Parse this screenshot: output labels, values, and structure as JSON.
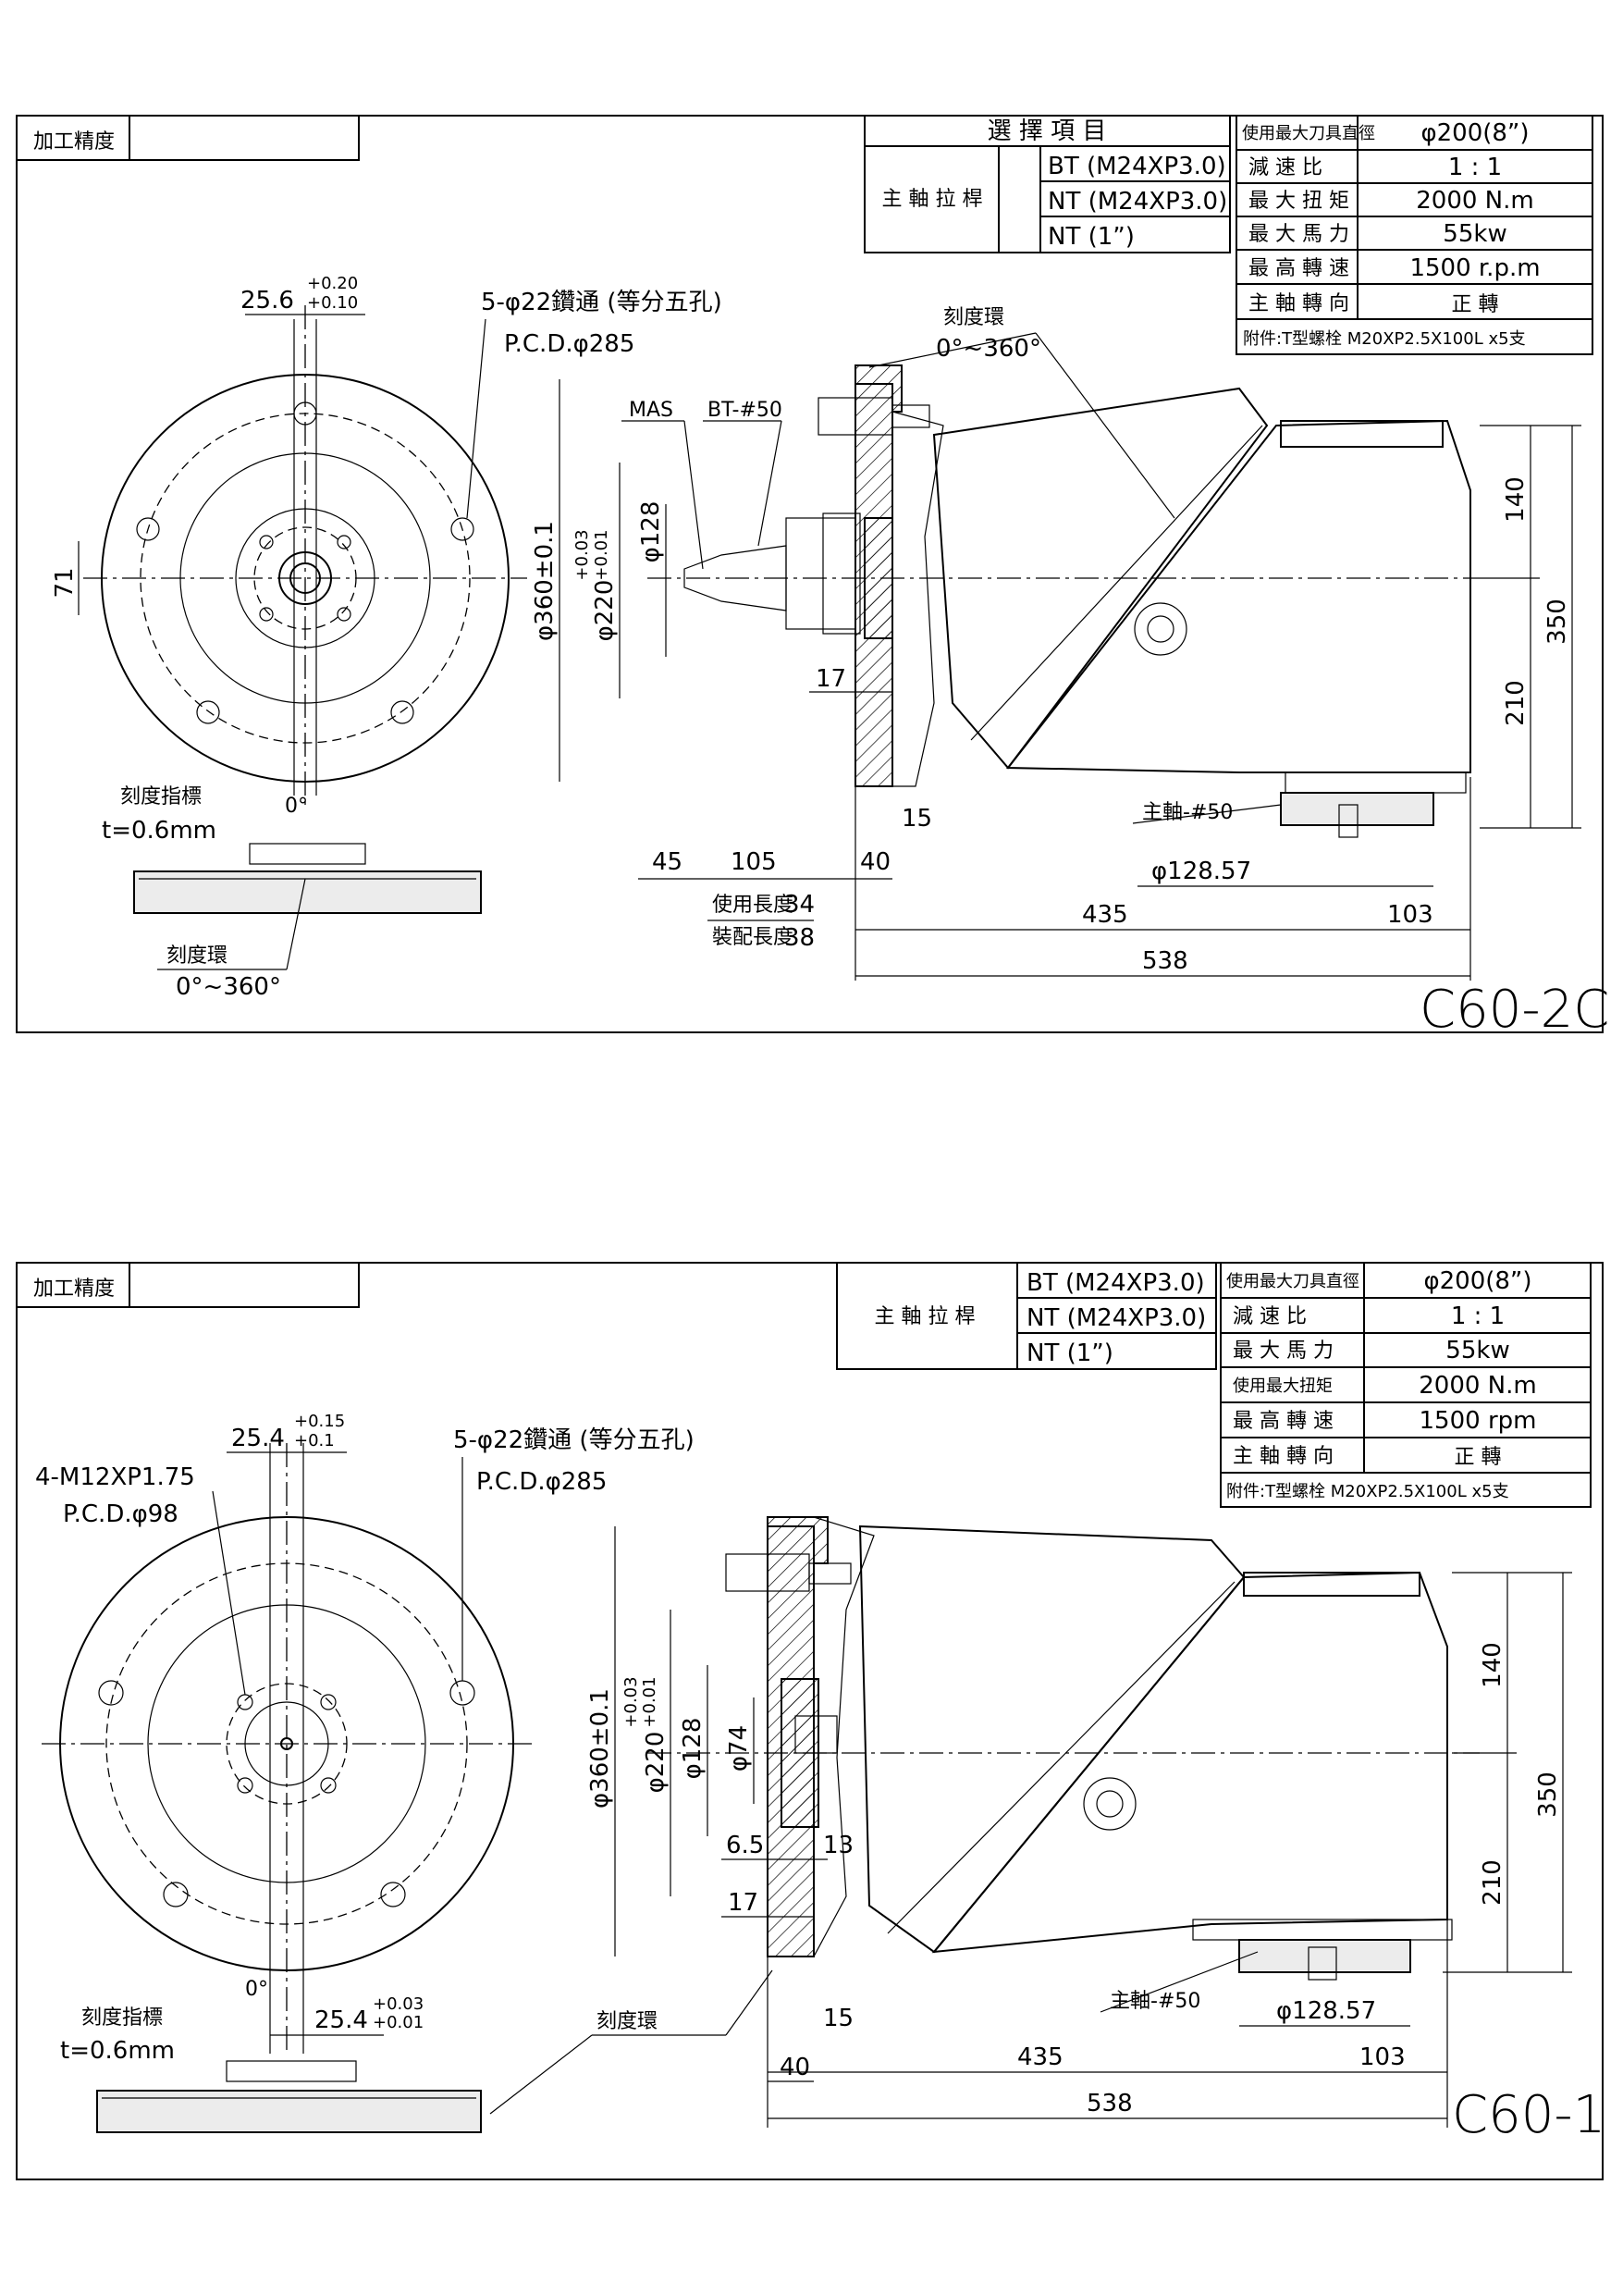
{
  "drawing1": {
    "title_box_label": "加工精度",
    "options": {
      "header": "選 擇 項 目",
      "group_label": "主 軸 拉 桿",
      "items": [
        "BT (M24XP3.0)",
        "NT (M24XP3.0)",
        "NT (1”)"
      ]
    },
    "specs": [
      {
        "label": "使用最大刀具直徑",
        "value": "φ200(8”)"
      },
      {
        "label": "減 速 比",
        "value": "1 : 1"
      },
      {
        "label": "最 大 扭 矩",
        "value": "2000 N.m"
      },
      {
        "label": "最 大 馬 力",
        "value": "55kw"
      },
      {
        "label": "最 高 轉 速",
        "value": "1500 r.p.m"
      },
      {
        "label": "主 軸 轉 向",
        "value": "正 轉"
      }
    ],
    "accessory": "附件:T型螺栓 M20XP2.5X100L x5支",
    "labels": {
      "dim_256": "25.6",
      "tol_256_up": "+0.20",
      "tol_256_lo": "+0.10",
      "holes": "5-φ22鑽通 (等分五孔)",
      "pcd": "P.C.D.φ285",
      "dim_71": "71",
      "zero_deg": "0°",
      "scale_indicator": "刻度指標",
      "thickness": "t=0.6mm",
      "scale_ring": "刻度環",
      "scale_range": "0°~360°",
      "scale_ring_top": "刻度環",
      "scale_range_top": "0°~360°",
      "mas": "MAS",
      "bt50": "BT-#50",
      "d360": "φ360±0.1",
      "d220": "φ220",
      "d220_tol_up": "+0.03",
      "d220_tol_lo": "+0.01",
      "d128": "φ128",
      "dim_17": "17",
      "dim_15": "15",
      "dim_45": "45",
      "dim_105": "105",
      "dim_40": "40",
      "use_len_label": "使用長度",
      "use_len": "34",
      "fit_len_label": "裝配長度",
      "fit_len": "38",
      "dim_140": "140",
      "dim_350": "350",
      "dim_210": "210",
      "spindle": "主軸-#50",
      "d12857": "φ128.57",
      "dim_435": "435",
      "dim_103": "103",
      "dim_538": "538",
      "model": "C60-2C"
    }
  },
  "drawing2": {
    "title_box_label": "加工精度",
    "options": {
      "group_label": "主 軸 拉 桿",
      "items": [
        "BT (M24XP3.0)",
        "NT (M24XP3.0)",
        "NT (1”)"
      ]
    },
    "specs": [
      {
        "label": "使用最大刀具直徑",
        "value": "φ200(8”)"
      },
      {
        "label": "減 速 比",
        "value": "1 : 1"
      },
      {
        "label": "最 大 馬 力",
        "value": "55kw"
      },
      {
        "label": "使用最大扭矩",
        "value": "2000 N.m"
      },
      {
        "label": "最 高 轉 速",
        "value": "1500 rpm"
      },
      {
        "label": "主 軸 轉 向",
        "value": "正 轉"
      }
    ],
    "accessory": "附件:T型螺栓 M20XP2.5X100L x5支",
    "labels": {
      "dim_254": "25.4",
      "tol_254_up": "+0.15",
      "tol_254_lo": "+0.1",
      "holes": "5-φ22鑽通 (等分五孔)",
      "tap": "4-M12XP1.75",
      "pcd98": "P.C.D.φ98",
      "pcd": "P.C.D.φ285",
      "zero_deg": "0°",
      "dim_254b": "25.4",
      "tol_254b_up": "+0.03",
      "tol_254b_lo": "+0.01",
      "scale_indicator": "刻度指標",
      "thickness": "t=0.6mm",
      "scale_ring": "刻度環",
      "d360": "φ360±0.1",
      "d220": "φ220",
      "d220_tol_up": "+0.03",
      "d220_tol_lo": "+0.01",
      "d128": "φ128",
      "d74": "φ74",
      "dim_65": "6.5",
      "dim_13": "13",
      "dim_17": "17",
      "dim_15": "15",
      "dim_40": "40",
      "dim_140": "140",
      "dim_350": "350",
      "dim_210": "210",
      "spindle": "主軸-#50",
      "d12857": "φ128.57",
      "dim_435": "435",
      "dim_103": "103",
      "dim_538": "538",
      "model": "C60-1"
    }
  }
}
